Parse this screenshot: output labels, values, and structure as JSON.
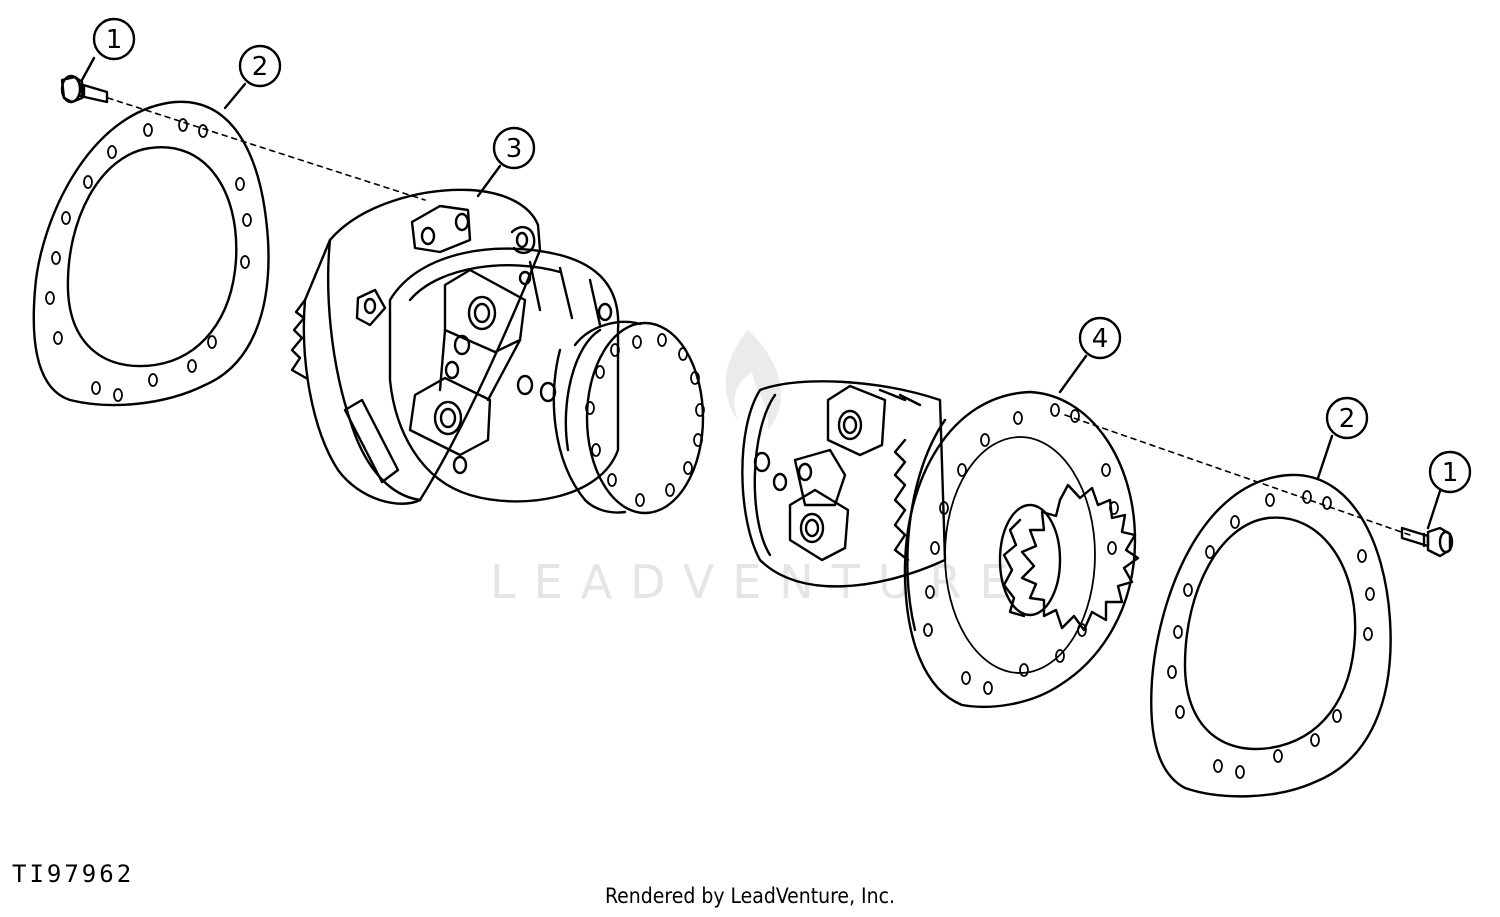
{
  "figure_id": "TI97962",
  "credit": "Rendered by LeadVenture, Inc.",
  "watermark": "LEADVENTURE",
  "callouts": {
    "bolt_left": "1",
    "gasket_left": "2",
    "motor_left": "3",
    "motor_right": "4",
    "gasket_right": "2",
    "bolt_right": "1"
  }
}
